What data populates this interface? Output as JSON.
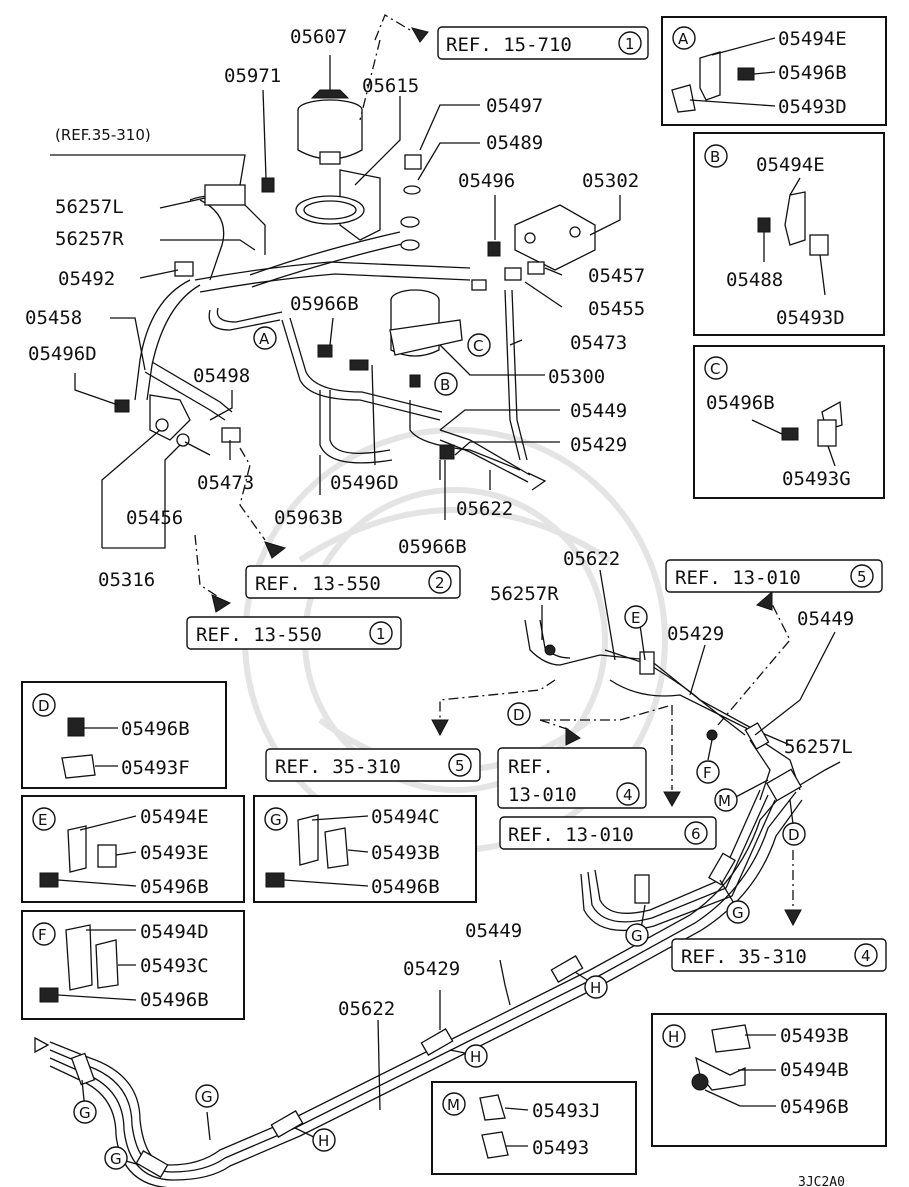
{
  "labels": {
    "l05607": "05607",
    "l05971": "05971",
    "l05615": "05615",
    "ref35_310": "(REF.35-310)",
    "l05497": "05497",
    "l05489": "05489",
    "l05496": "05496",
    "l05302": "05302",
    "l56257L": "56257L",
    "l56257R": "56257R",
    "l05492": "05492",
    "l05458": "05458",
    "l05966B": "05966B",
    "l05457": "05457",
    "l05455": "05455",
    "l05473b": "05473",
    "l05496D": "05496D",
    "l05498": "05498",
    "l05300": "05300",
    "l05449": "05449",
    "l05429": "05429",
    "l05473": "05473",
    "l05496D2": "05496D",
    "l05963B": "05963B",
    "l05622": "05622",
    "l05456": "05456",
    "l05316": "05316",
    "l05966B2": "05966B",
    "l05622b": "05622",
    "l56257Rb": "56257R",
    "l05429b": "05429",
    "l05449b": "05449",
    "l56257Lb": "56257L",
    "l05449c": "05449",
    "l05429c": "05429",
    "l05622c": "05622"
  },
  "refs": {
    "r15_710": "REF. 15-710",
    "r15_710n": "1",
    "r13_550_2": "REF. 13-550",
    "r13_550_2n": "2",
    "r13_550_1": "REF. 13-550",
    "r13_550_1n": "1",
    "r13_010_5": "REF. 13-010",
    "r13_010_5n": "5",
    "r35_310_5": "REF. 35-310",
    "r35_310_5n": "5",
    "r13_010_4a": "REF.",
    "r13_010_4b": "13-010",
    "r13_010_4n": "4",
    "r13_010_6": "REF. 13-010",
    "r13_010_6n": "6",
    "r35_310_4": "REF. 35-310",
    "r35_310_4n": "4"
  },
  "letters": {
    "A": "A",
    "B": "B",
    "C": "C",
    "D": "D",
    "E": "E",
    "F": "F",
    "G": "G",
    "H": "H",
    "M": "M"
  },
  "detail_boxes": {
    "A": {
      "title": "A",
      "parts": [
        "05494E",
        "05496B",
        "05493D"
      ]
    },
    "B": {
      "title": "B",
      "parts": [
        "05494E",
        "05488",
        "05493D"
      ]
    },
    "C": {
      "title": "C",
      "parts": [
        "05496B",
        "05493G"
      ]
    },
    "D": {
      "title": "D",
      "parts": [
        "05496B",
        "05493F"
      ]
    },
    "E": {
      "title": "E",
      "parts": [
        "05494E",
        "05493E",
        "05496B"
      ]
    },
    "G": {
      "title": "G",
      "parts": [
        "05494C",
        "05493B",
        "05496B"
      ]
    },
    "F": {
      "title": "F",
      "parts": [
        "05494D",
        "05493C",
        "05496B"
      ]
    },
    "H": {
      "title": "H",
      "parts": [
        "05493B",
        "05494B",
        "05496B"
      ]
    },
    "M": {
      "title": "M",
      "parts": [
        "05493J",
        "05493"
      ]
    }
  },
  "diagram_code": "3JC2A0",
  "icons": [
    "arrow-right-icon",
    "arrow-down-icon",
    "arrow-up-icon",
    "circle-letter-icon",
    "circle-number-icon"
  ]
}
